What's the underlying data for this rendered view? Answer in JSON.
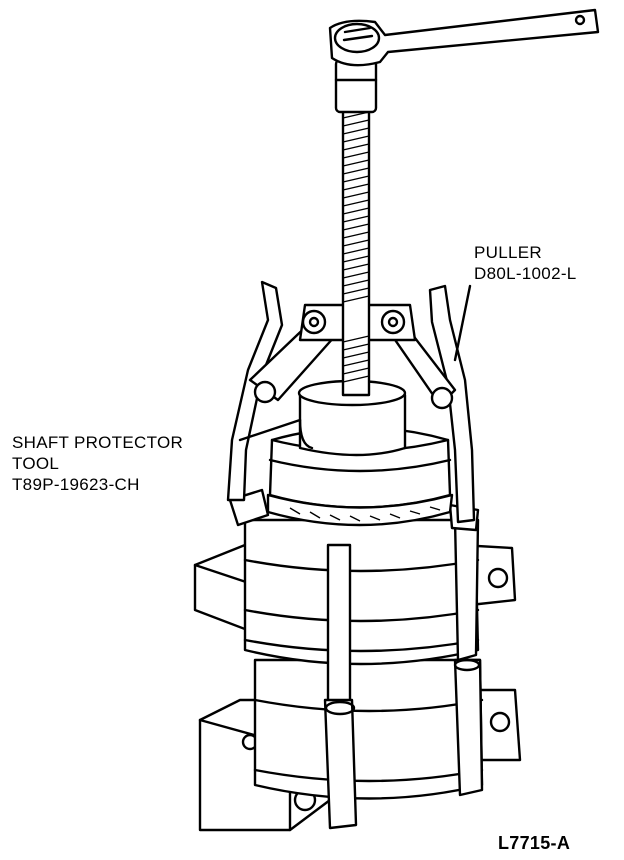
{
  "labels": {
    "puller_line1": "PULLER",
    "puller_line2": "D80L-1002-L",
    "shaft_line1": "SHAFT PROTECTOR",
    "shaft_line2": "TOOL",
    "shaft_line3": "T89P-19623-CH",
    "figure_id": "L7715-A"
  },
  "colors": {
    "line": "#000000",
    "background": "#ffffff"
  }
}
